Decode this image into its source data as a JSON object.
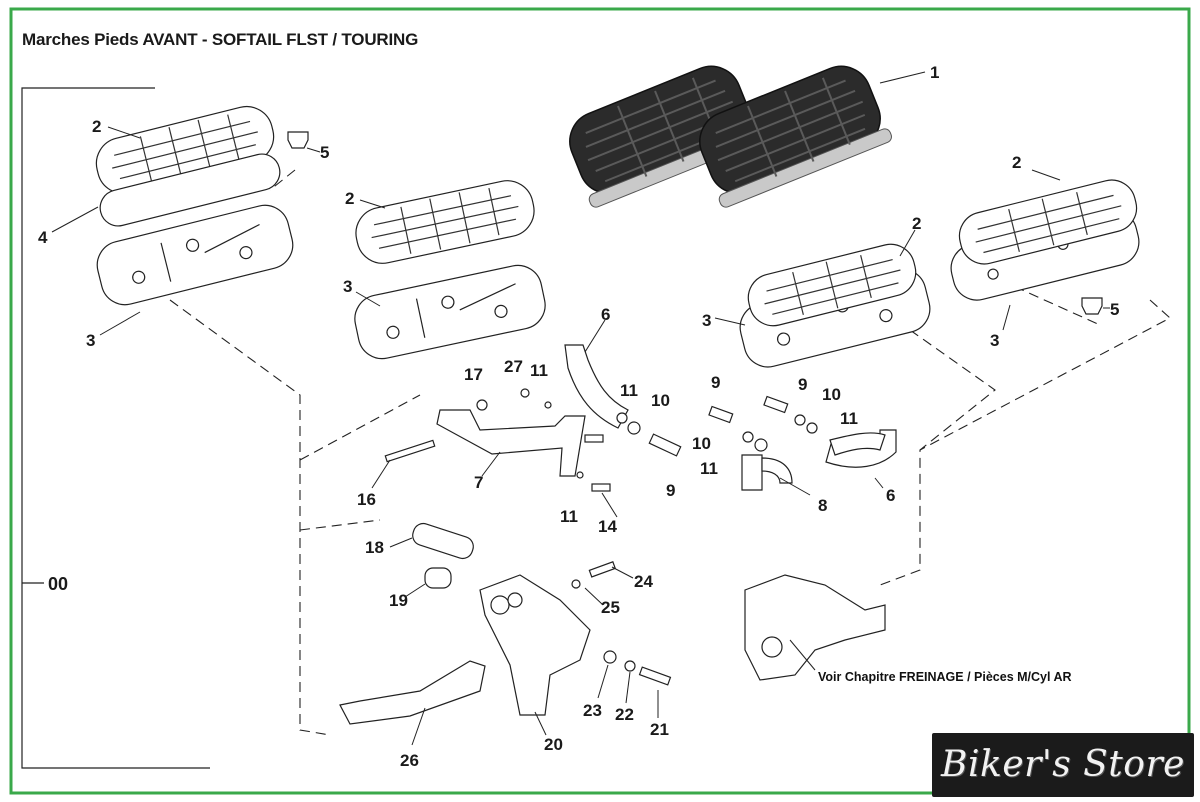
{
  "title": "Marches Pieds AVANT - SOFTAIL FLST /  TOURING",
  "note": "Voir Chapitre FREINAGE / Pièces M/Cyl AR",
  "assembly_label": "00",
  "logo_text": "Biker's Store",
  "colors": {
    "border": "#3aa94a",
    "line": "#222222",
    "rubber": "#2b2b2b",
    "chrome": "#c9c9c9",
    "logo_bg": "#1b1b1b"
  },
  "part_labels": [
    "1",
    "2",
    "5",
    "4",
    "3",
    "2",
    "3",
    "2",
    "5",
    "3",
    "2",
    "3",
    "6",
    "27",
    "11",
    "17",
    "11",
    "10",
    "9",
    "9",
    "10",
    "11",
    "10",
    "11",
    "16",
    "7",
    "9",
    "6",
    "8",
    "11",
    "14",
    "18",
    "24",
    "19",
    "25",
    "23",
    "22",
    "21",
    "20",
    "26"
  ]
}
